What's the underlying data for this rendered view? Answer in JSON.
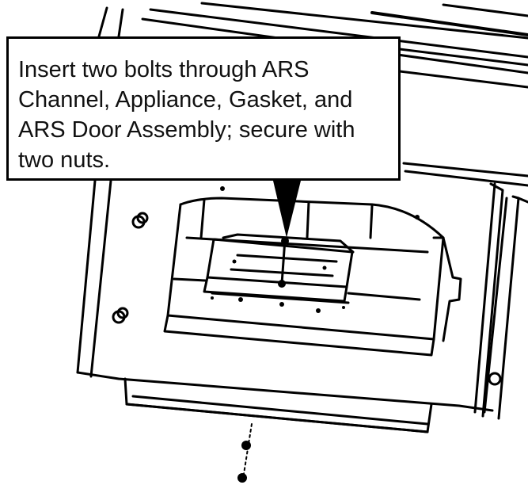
{
  "callout": {
    "lines": [
      "Insert two bolts through ARS",
      "Channel,  Appliance, Gasket, and",
      "ARS Door Assembly; secure with",
      "two nuts."
    ]
  },
  "parts": {
    "bolts": 2,
    "nuts": 2
  },
  "colors": {
    "line": "#000000",
    "background": "#ffffff"
  }
}
